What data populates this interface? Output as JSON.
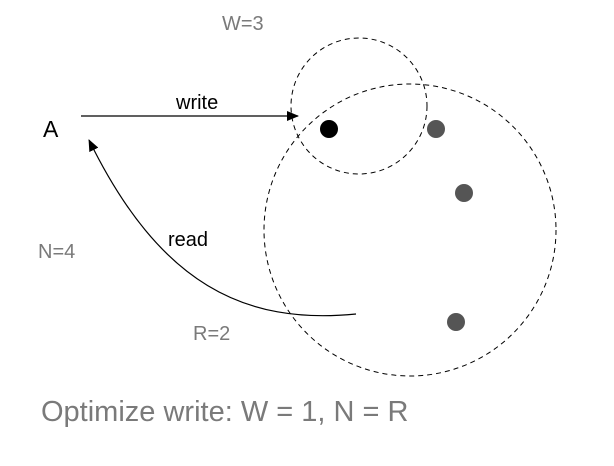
{
  "labels": {
    "node": "A",
    "write": "write",
    "read": "read",
    "w": "W=3",
    "n": "N=4",
    "r": "R=2"
  },
  "caption": "Optimize write: W = 1, N = R",
  "colors": {
    "text_main": "#000000",
    "text_muted": "#7a7a7a",
    "written_replica": "#000000",
    "replica": "#555555",
    "circle_stroke": "#000000"
  }
}
